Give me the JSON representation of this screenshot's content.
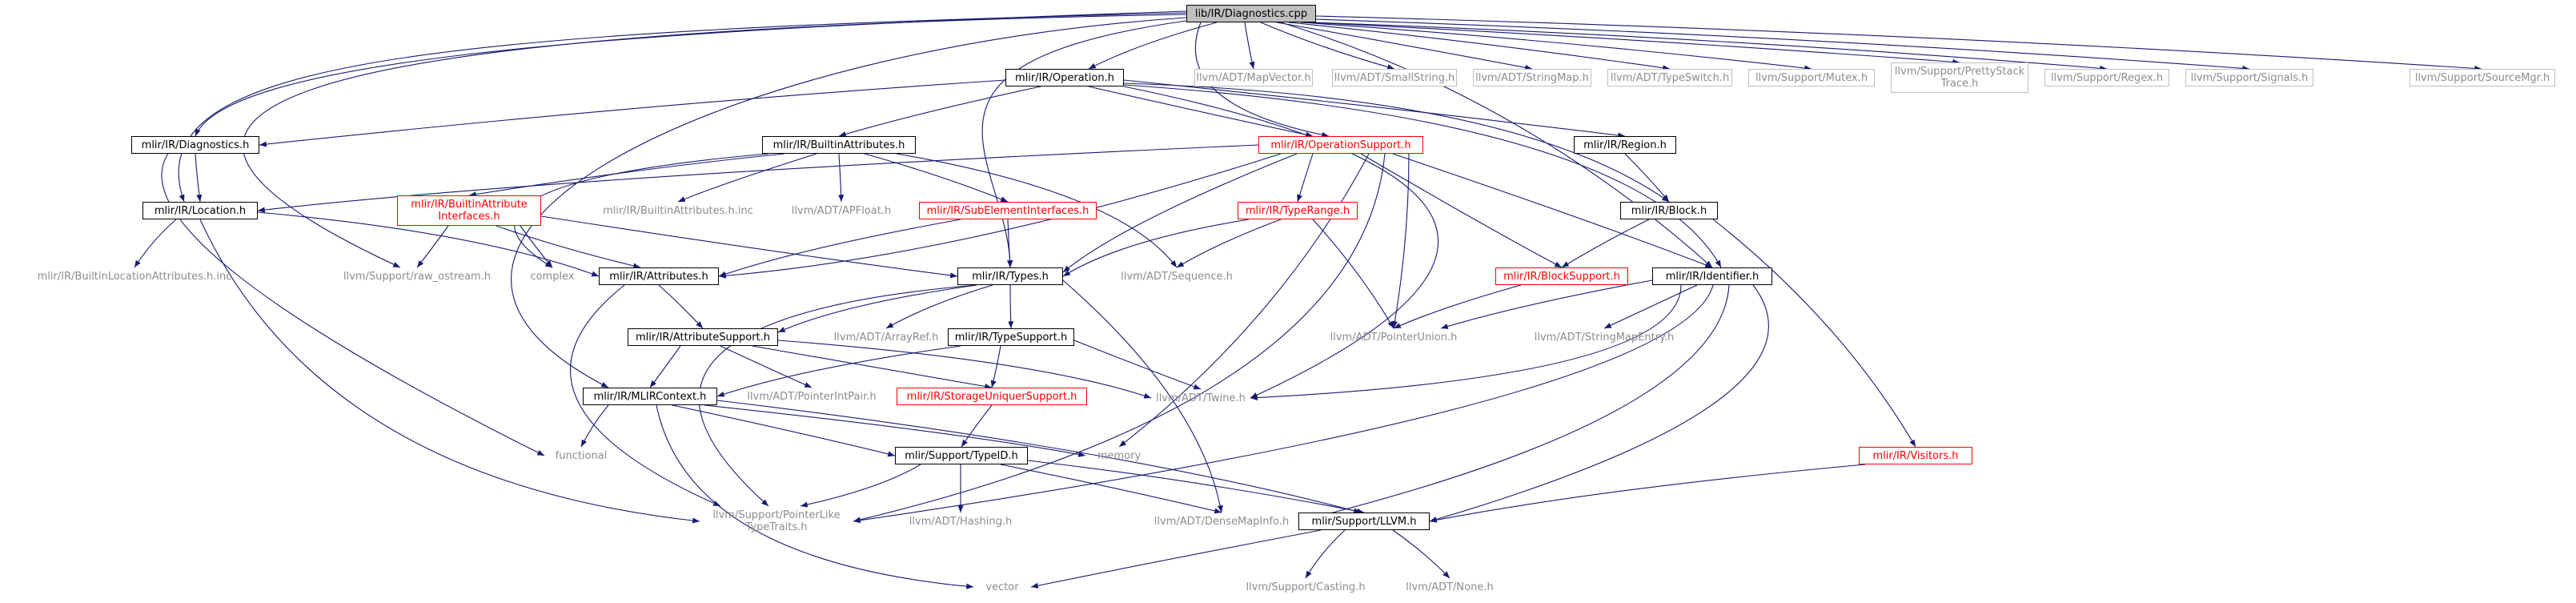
{
  "colors": {
    "edge": "#191970",
    "root_fill": "#bfbfbf",
    "header_border": "#000000",
    "system_border": "#bfbfbf",
    "system_text": "#8c8c8c",
    "truncated_border": "#ff0000"
  },
  "nodes": {
    "root": "lib/IR/Diagnostics.cpp",
    "operation": "mlir/IR/Operation.h",
    "mapvector": "llvm/ADT/MapVector.h",
    "smallstring": "llvm/ADT/SmallString.h",
    "stringmap": "llvm/ADT/StringMap.h",
    "typeswitch": "llvm/ADT/TypeSwitch.h",
    "mutex": "llvm/Support/Mutex.h",
    "prettystack": "llvm/Support/PrettyStack\nTrace.h",
    "regex": "llvm/Support/Regex.h",
    "signals": "llvm/Support/Signals.h",
    "sourcemgr": "llvm/Support/SourceMgr.h",
    "diagnostics": "mlir/IR/Diagnostics.h",
    "builtinattributes": "mlir/IR/BuiltinAttributes.h",
    "operationsupport": "mlir/IR/OperationSupport.h",
    "region": "mlir/IR/Region.h",
    "location": "mlir/IR/Location.h",
    "builtinattrinterfaces": "mlir/IR/BuiltinAttribute\nInterfaces.h",
    "builtinattrinc": "mlir/IR/BuiltinAttributes.h.inc",
    "apfloat": "llvm/ADT/APFloat.h",
    "subelement": "mlir/IR/SubElementInterfaces.h",
    "typerange": "mlir/IR/TypeRange.h",
    "block": "mlir/IR/Block.h",
    "builtinlocinc": "mlir/IR/BuiltinLocationAttributes.h.inc",
    "raw_ostream": "llvm/Support/raw_ostream.h",
    "complex": "complex",
    "attributes": "mlir/IR/Attributes.h",
    "types": "mlir/IR/Types.h",
    "sequence": "llvm/ADT/Sequence.h",
    "blocksupport": "mlir/IR/BlockSupport.h",
    "identifier": "mlir/IR/Identifier.h",
    "attributesupport": "mlir/IR/AttributeSupport.h",
    "arrayref": "llvm/ADT/ArrayRef.h",
    "typesupport": "mlir/IR/TypeSupport.h",
    "pointerunion": "llvm/ADT/PointerUnion.h",
    "stringmapentry": "llvm/ADT/StringMapEntry.h",
    "mlircontext": "mlir/IR/MLIRContext.h",
    "pointerintpair": "llvm/ADT/PointerIntPair.h",
    "storageunique": "mlir/IR/StorageUniquerSupport.h",
    "twine": "llvm/ADT/Twine.h",
    "functional": "functional",
    "typeid": "mlir/Support/TypeID.h",
    "memory": "memory",
    "visitors": "mlir/IR/Visitors.h",
    "pointerlike": "llvm/Support/PointerLike\nTypeTraits.h",
    "hashing": "llvm/ADT/Hashing.h",
    "densemapinfo": "llvm/ADT/DenseMapInfo.h",
    "llvm": "mlir/Support/LLVM.h",
    "vector": "vector",
    "casting": "llvm/Support/Casting.h",
    "none": "llvm/ADT/None.h"
  }
}
